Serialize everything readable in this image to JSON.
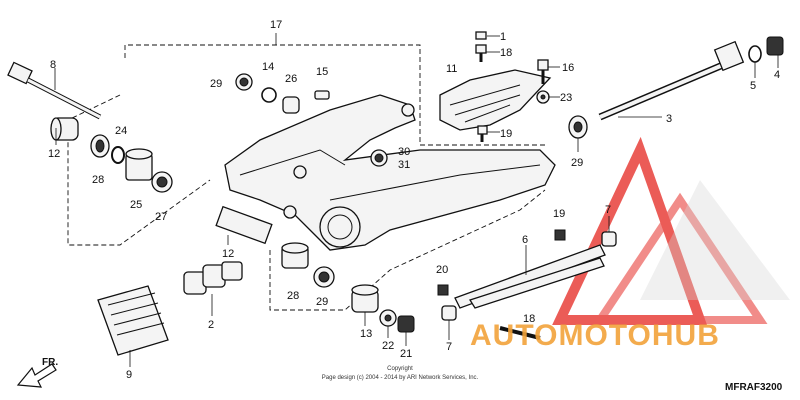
{
  "diagram": {
    "code": "MFRAF3200",
    "copyright_line1": "Copyright",
    "copyright_line2": "Page design (c) 2004 - 2014 by ARI Network Services, Inc.",
    "direction_label": "FR.",
    "watermark_text": "AUTOMOTOHUB",
    "watermark_colors": {
      "red": "#e8403a",
      "orange": "#f2a33a",
      "gray": "#555555"
    },
    "callouts": [
      "1",
      "2",
      "3",
      "4",
      "5",
      "6",
      "7",
      "7",
      "8",
      "9",
      "11",
      "12",
      "12",
      "13",
      "14",
      "15",
      "16",
      "17",
      "18",
      "18",
      "19",
      "19",
      "20",
      "21",
      "22",
      "23",
      "24",
      "25",
      "26",
      "27",
      "28",
      "28",
      "29",
      "29",
      "30",
      "31"
    ]
  }
}
